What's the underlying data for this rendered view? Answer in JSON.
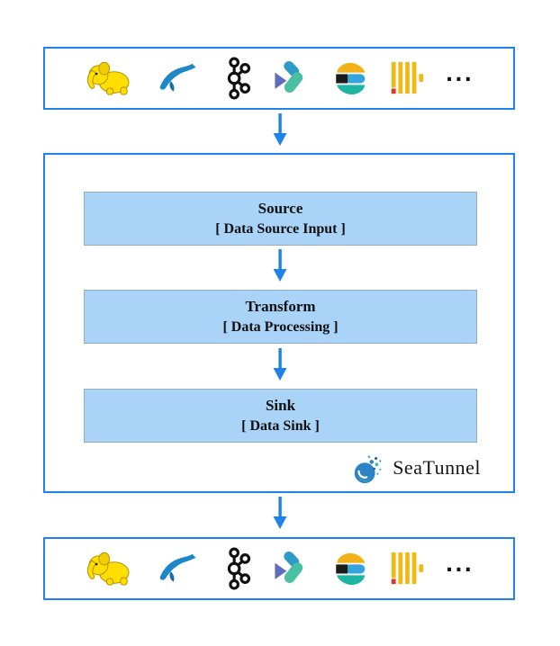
{
  "connectors": {
    "items": [
      {
        "name": "hadoop"
      },
      {
        "name": "mysql"
      },
      {
        "name": "kafka"
      },
      {
        "name": "doris"
      },
      {
        "name": "elasticsearch"
      },
      {
        "name": "clickhouse"
      }
    ],
    "more_label": "..."
  },
  "pipeline": {
    "stages": [
      {
        "title": "Source",
        "subtitle": "[ Data Source Input ]"
      },
      {
        "title": "Transform",
        "subtitle": "[ Data Processing ]"
      },
      {
        "title": "Sink",
        "subtitle": "[ Data Sink ]"
      }
    ]
  },
  "brand": {
    "name": "SeaTunnel"
  },
  "colors": {
    "accent": "#1E82E8",
    "stage_fill": "#A9D3F7",
    "stage_border": "#9AAABB",
    "hadoop_yellow": "#FFDE00",
    "mysql_blue": "#1E87C8",
    "kafka_black": "#111111",
    "doris_teal": "#2E9BC6",
    "doris_green": "#49C0A2",
    "doris_indigo": "#5F6CC0",
    "elastic_yellow": "#F0B216",
    "elastic_blue": "#35A3DC",
    "elastic_teal": "#1FB5A5",
    "clickhouse_gold": "#F0B913",
    "clickhouse_red": "#E53323",
    "seatunnel_blue": "#2C83C5",
    "seatunnel_teal": "#35B6B0"
  }
}
